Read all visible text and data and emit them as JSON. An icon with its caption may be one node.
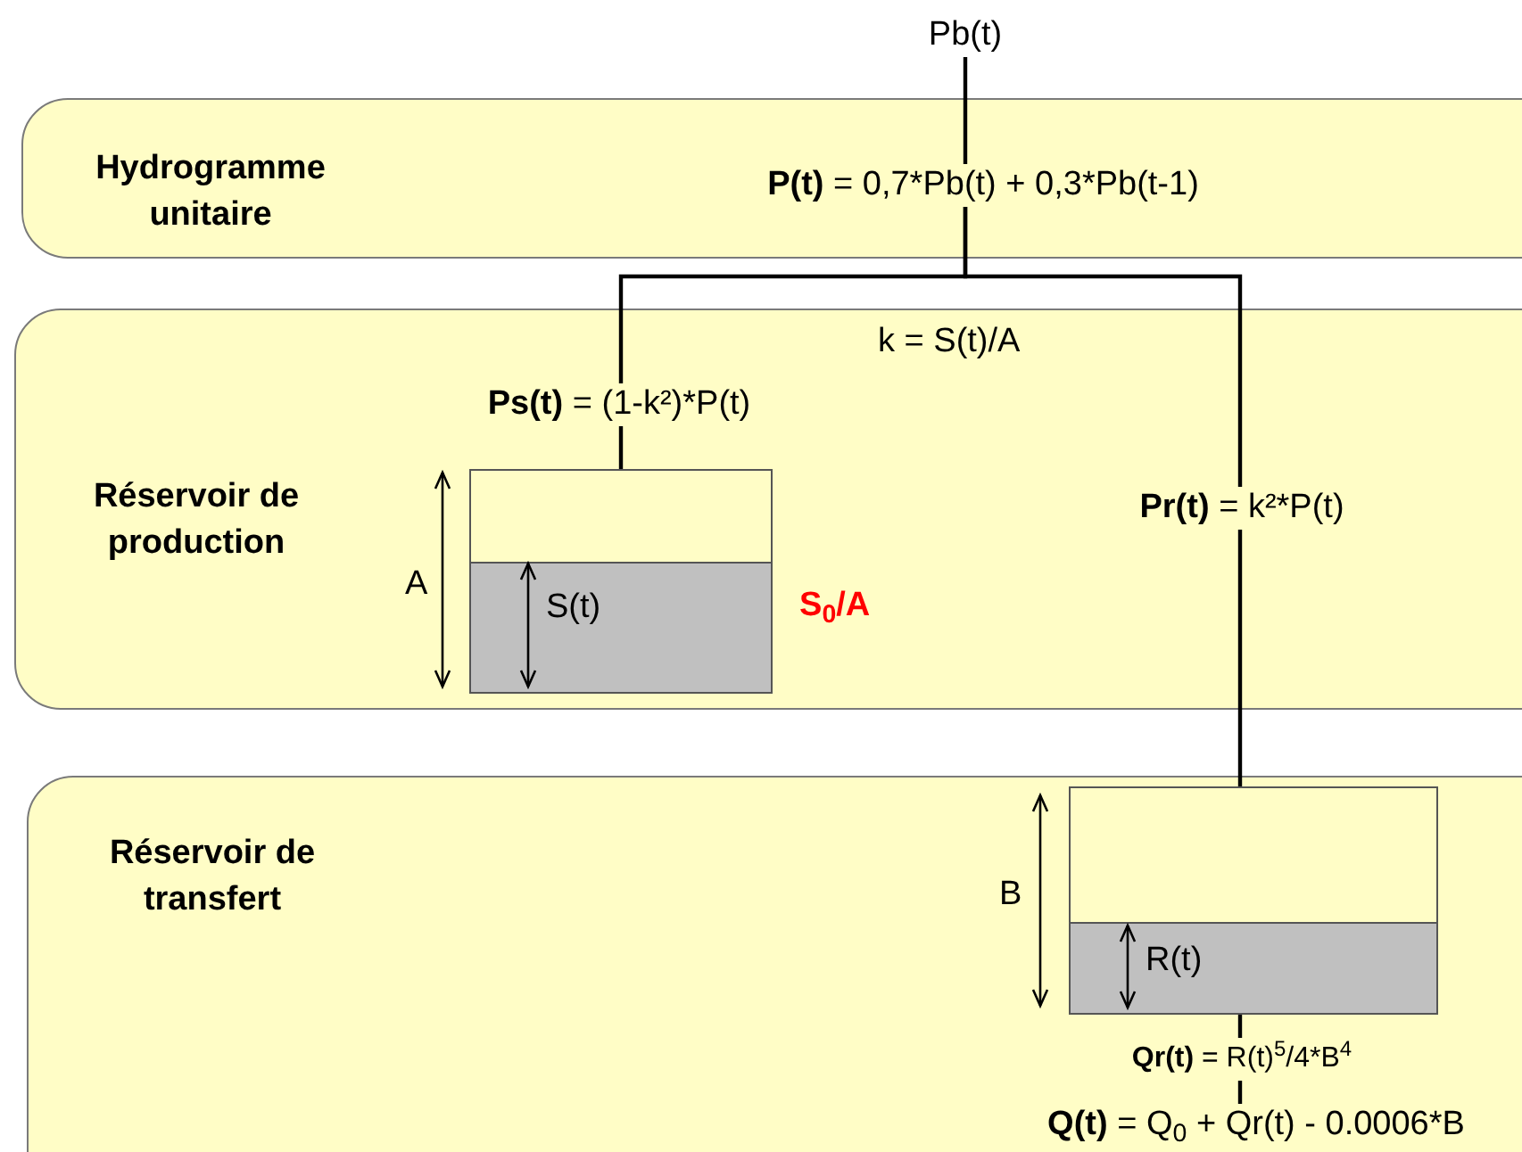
{
  "diagram": {
    "nodes": [
      {
        "text": [
          "Hydrogramme unitaire"
        ]
      },
      {
        "text": [
          "Pb(t)"
        ]
      },
      {
        "text": [
          "**P(t)** = 0,7*Pb(t) + 0,3*Pb(t-1)"
        ],
        "in": 0
      },
      {
        "text": [
          "Réservoir de production"
        ]
      },
      {
        "text": [
          "**Ps(t)** = (1-k²)*P(t)"
        ],
        "in": 3
      },
      {
        "text": [
          "**Pr(t)** = k²*P(t)"
        ],
        "in": 3
      },
      {
        "text": [
          "S(t)"
        ],
        "in": 3,
        "beside": [
          "S$_{0}$/A"
        ]
      },
      {
        "text": [
          "Réservoir de transfert"
        ]
      },
      {
        "text": [
          "R(t)"
        ],
        "in": 7
      },
      {
        "text": [
          "**Qr(t)** = R(t)$^{5}$/4*B$^{4}$"
        ],
        "in": 7
      },
      {
        "text": [
          "**Q(t)** = Q$_{0}$ + Qr(t) - 0.0006*B"
        ],
        "in": 7
      }
    ],
    "edges": [
      {
        "from": 1,
        "to": 2,
        "arrow": "none"
      },
      {
        "from": 2,
        "to": 4,
        "arrow": "none"
      },
      {
        "from": 2,
        "to": 5,
        "arrow": "none"
      },
      {
        "from": 4,
        "to": 6,
        "arrow": "none"
      },
      {
        "from": 5,
        "to": 8,
        "arrow": "none"
      },
      {
        "from": 8,
        "to": 9,
        "arrow": "none"
      },
      {
        "from": 9,
        "to": 10,
        "arrow": "none"
      }
    ],
    "labels": [
      "k = S(t)/A",
      "A",
      "B"
    ]
  }
}
